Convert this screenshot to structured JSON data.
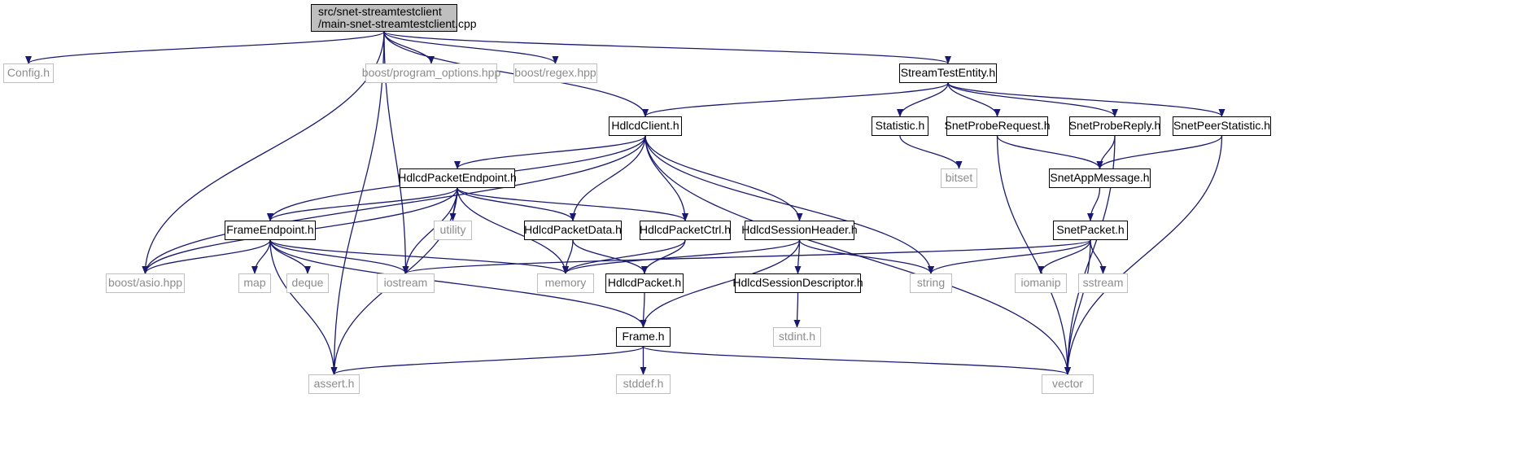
{
  "colors": {
    "edge": "#191970",
    "local_border": "#000000",
    "external_border": "#bfbfbf",
    "external_text": "#8c8c8c",
    "root_fill": "#bfbfbf"
  },
  "nodes": [
    {
      "id": "main",
      "label": "src/snet-streamtestclient\n/main-snet-streamtestclient.cpp",
      "kind": "root"
    },
    {
      "id": "config",
      "label": "Config.h",
      "kind": "external"
    },
    {
      "id": "program_options",
      "label": "boost/program_options.hpp",
      "kind": "external"
    },
    {
      "id": "regex",
      "label": "boost/regex.hpp",
      "kind": "external"
    },
    {
      "id": "streamtestentity",
      "label": "StreamTestEntity.h",
      "kind": "local"
    },
    {
      "id": "hdlcdclient",
      "label": "HdlcdClient.h",
      "kind": "local"
    },
    {
      "id": "statistic",
      "label": "Statistic.h",
      "kind": "local"
    },
    {
      "id": "snetproberequest",
      "label": "SnetProbeRequest.h",
      "kind": "local"
    },
    {
      "id": "snetprobereply",
      "label": "SnetProbeReply.h",
      "kind": "local"
    },
    {
      "id": "snetpeerstatistic",
      "label": "SnetPeerStatistic.h",
      "kind": "local"
    },
    {
      "id": "hdlcdpacketendpoint",
      "label": "HdlcdPacketEndpoint.h",
      "kind": "local"
    },
    {
      "id": "bitset",
      "label": "bitset",
      "kind": "external"
    },
    {
      "id": "snetappmessage",
      "label": "SnetAppMessage.h",
      "kind": "local"
    },
    {
      "id": "frameendpoint",
      "label": "FrameEndpoint.h",
      "kind": "local"
    },
    {
      "id": "utility",
      "label": "utility",
      "kind": "external"
    },
    {
      "id": "hdlcdpacketdata",
      "label": "HdlcdPacketData.h",
      "kind": "local"
    },
    {
      "id": "hdlcdpacketctrl",
      "label": "HdlcdPacketCtrl.h",
      "kind": "local"
    },
    {
      "id": "hdlcdsessionheader",
      "label": "HdlcdSessionHeader.h",
      "kind": "local"
    },
    {
      "id": "snetpacket",
      "label": "SnetPacket.h",
      "kind": "local"
    },
    {
      "id": "boost_asio",
      "label": "boost/asio.hpp",
      "kind": "external"
    },
    {
      "id": "map",
      "label": "map",
      "kind": "external"
    },
    {
      "id": "deque",
      "label": "deque",
      "kind": "external"
    },
    {
      "id": "iostream",
      "label": "iostream",
      "kind": "external"
    },
    {
      "id": "memory",
      "label": "memory",
      "kind": "external"
    },
    {
      "id": "hdlcdpacket",
      "label": "HdlcdPacket.h",
      "kind": "local"
    },
    {
      "id": "hdlcdsessiondescriptor",
      "label": "HdlcdSessionDescriptor.h",
      "kind": "local"
    },
    {
      "id": "string",
      "label": "string",
      "kind": "external"
    },
    {
      "id": "iomanip",
      "label": "iomanip",
      "kind": "external"
    },
    {
      "id": "sstream",
      "label": "sstream",
      "kind": "external"
    },
    {
      "id": "frame",
      "label": "Frame.h",
      "kind": "local"
    },
    {
      "id": "stdint",
      "label": "stdint.h",
      "kind": "external"
    },
    {
      "id": "assert",
      "label": "assert.h",
      "kind": "external"
    },
    {
      "id": "stddef",
      "label": "stddef.h",
      "kind": "external"
    },
    {
      "id": "vector",
      "label": "vector",
      "kind": "external"
    }
  ],
  "edges": [
    [
      "main",
      "config"
    ],
    [
      "main",
      "program_options"
    ],
    [
      "main",
      "regex"
    ],
    [
      "main",
      "streamtestentity"
    ],
    [
      "main",
      "hdlcdclient"
    ],
    [
      "main",
      "boost_asio"
    ],
    [
      "main",
      "iostream"
    ],
    [
      "main",
      "assert"
    ],
    [
      "streamtestentity",
      "hdlcdclient"
    ],
    [
      "streamtestentity",
      "statistic"
    ],
    [
      "streamtestentity",
      "snetproberequest"
    ],
    [
      "streamtestentity",
      "snetprobereply"
    ],
    [
      "streamtestentity",
      "snetpeerstatistic"
    ],
    [
      "hdlcdclient",
      "hdlcdpacketendpoint"
    ],
    [
      "hdlcdclient",
      "frameendpoint"
    ],
    [
      "hdlcdclient",
      "boost_asio"
    ],
    [
      "hdlcdclient",
      "hdlcdpacketdata"
    ],
    [
      "hdlcdclient",
      "hdlcdpacketctrl"
    ],
    [
      "hdlcdclient",
      "hdlcdsessionheader"
    ],
    [
      "hdlcdclient",
      "string"
    ],
    [
      "hdlcdclient",
      "vector"
    ],
    [
      "statistic",
      "bitset"
    ],
    [
      "snetproberequest",
      "snetappmessage"
    ],
    [
      "snetproberequest",
      "vector"
    ],
    [
      "snetprobereply",
      "snetappmessage"
    ],
    [
      "snetprobereply",
      "vector"
    ],
    [
      "snetpeerstatistic",
      "snetappmessage"
    ],
    [
      "snetpeerstatistic",
      "vector"
    ],
    [
      "snetappmessage",
      "snetpacket"
    ],
    [
      "hdlcdpacketendpoint",
      "frameendpoint"
    ],
    [
      "hdlcdpacketendpoint",
      "boost_asio"
    ],
    [
      "hdlcdpacketendpoint",
      "utility"
    ],
    [
      "hdlcdpacketendpoint",
      "hdlcdpacketdata"
    ],
    [
      "hdlcdpacketendpoint",
      "hdlcdpacketctrl"
    ],
    [
      "hdlcdpacketendpoint",
      "iostream"
    ],
    [
      "hdlcdpacketendpoint",
      "memory"
    ],
    [
      "hdlcdpacketendpoint",
      "assert"
    ],
    [
      "frameendpoint",
      "boost_asio"
    ],
    [
      "frameendpoint",
      "map"
    ],
    [
      "frameendpoint",
      "deque"
    ],
    [
      "frameendpoint",
      "iostream"
    ],
    [
      "frameendpoint",
      "memory"
    ],
    [
      "frameendpoint",
      "frame"
    ],
    [
      "frameendpoint",
      "assert"
    ],
    [
      "hdlcdpacketdata",
      "memory"
    ],
    [
      "hdlcdpacketdata",
      "hdlcdpacket"
    ],
    [
      "hdlcdpacketctrl",
      "memory"
    ],
    [
      "hdlcdpacketctrl",
      "hdlcdpacket"
    ],
    [
      "hdlcdsessionheader",
      "memory"
    ],
    [
      "hdlcdsessionheader",
      "hdlcdsessiondescriptor"
    ],
    [
      "hdlcdsessionheader",
      "string"
    ],
    [
      "hdlcdsessionheader",
      "frame"
    ],
    [
      "snetpacket",
      "iostream"
    ],
    [
      "snetpacket",
      "string"
    ],
    [
      "snetpacket",
      "iomanip"
    ],
    [
      "snetpacket",
      "sstream"
    ],
    [
      "snetpacket",
      "vector"
    ],
    [
      "hdlcdpacket",
      "frame"
    ],
    [
      "hdlcdsessiondescriptor",
      "stdint"
    ],
    [
      "frame",
      "assert"
    ],
    [
      "frame",
      "stddef"
    ],
    [
      "frame",
      "vector"
    ]
  ]
}
